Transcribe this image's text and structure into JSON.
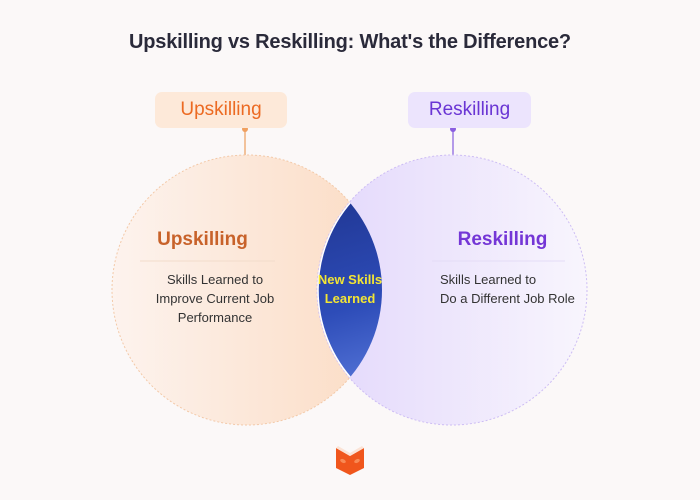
{
  "title": "Upskilling vs Reskilling: What's the Difference?",
  "left": {
    "tag": "Upskilling",
    "heading": "Upskilling",
    "desc_lines": [
      "Skills Learned to",
      "Improve Current Job",
      "Performance"
    ],
    "color": "#ec6a22"
  },
  "right": {
    "tag": "Reskilling",
    "heading": "Reskilling",
    "desc_lines": [
      "Skills Learned to",
      "Do a Different Job Role"
    ],
    "color": "#6a35d4"
  },
  "overlap": {
    "lines": [
      "New Skills",
      "Learned"
    ],
    "fill": "#2a46b0",
    "text_color": "#f3e534"
  },
  "logo": {
    "icon": "book-icon",
    "color": "#f0561c"
  }
}
